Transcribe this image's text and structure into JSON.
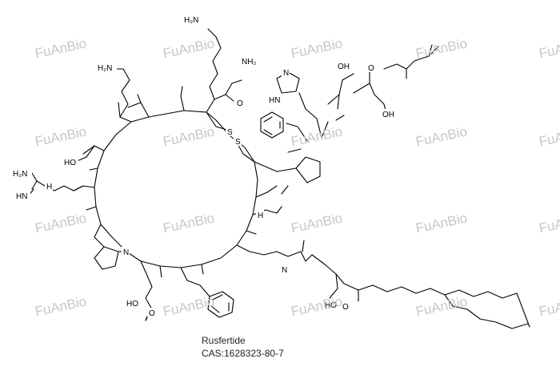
{
  "caption": {
    "name": "Rusfertide",
    "cas": "CAS:1628323-80-7"
  },
  "watermark_text": "FuAnBio",
  "atom_labels": {
    "nh2_top": "H₂N",
    "nh2_amide": "NH₂",
    "amide_o": "O",
    "nh2_lys": "H₂N",
    "guan_h2n": "H₂N",
    "guan_hn": "HN",
    "guan_nh": "H",
    "ser_ho": "HO",
    "s1": "S",
    "s2": "S",
    "his_hn": "HN",
    "his_n": "N",
    "thr_oh": "OH",
    "asp_o": "O",
    "asp_oh": "OH",
    "glu_ho": "HO",
    "glu_o": "O",
    "glu2_ho": "HO",
    "glu2_o": "O",
    "lys_nh": "N",
    "h": "H",
    "ring_n": "N"
  },
  "colors": {
    "watermark": "#c7c7c7",
    "ink": "#000000",
    "caption": "#222222"
  }
}
